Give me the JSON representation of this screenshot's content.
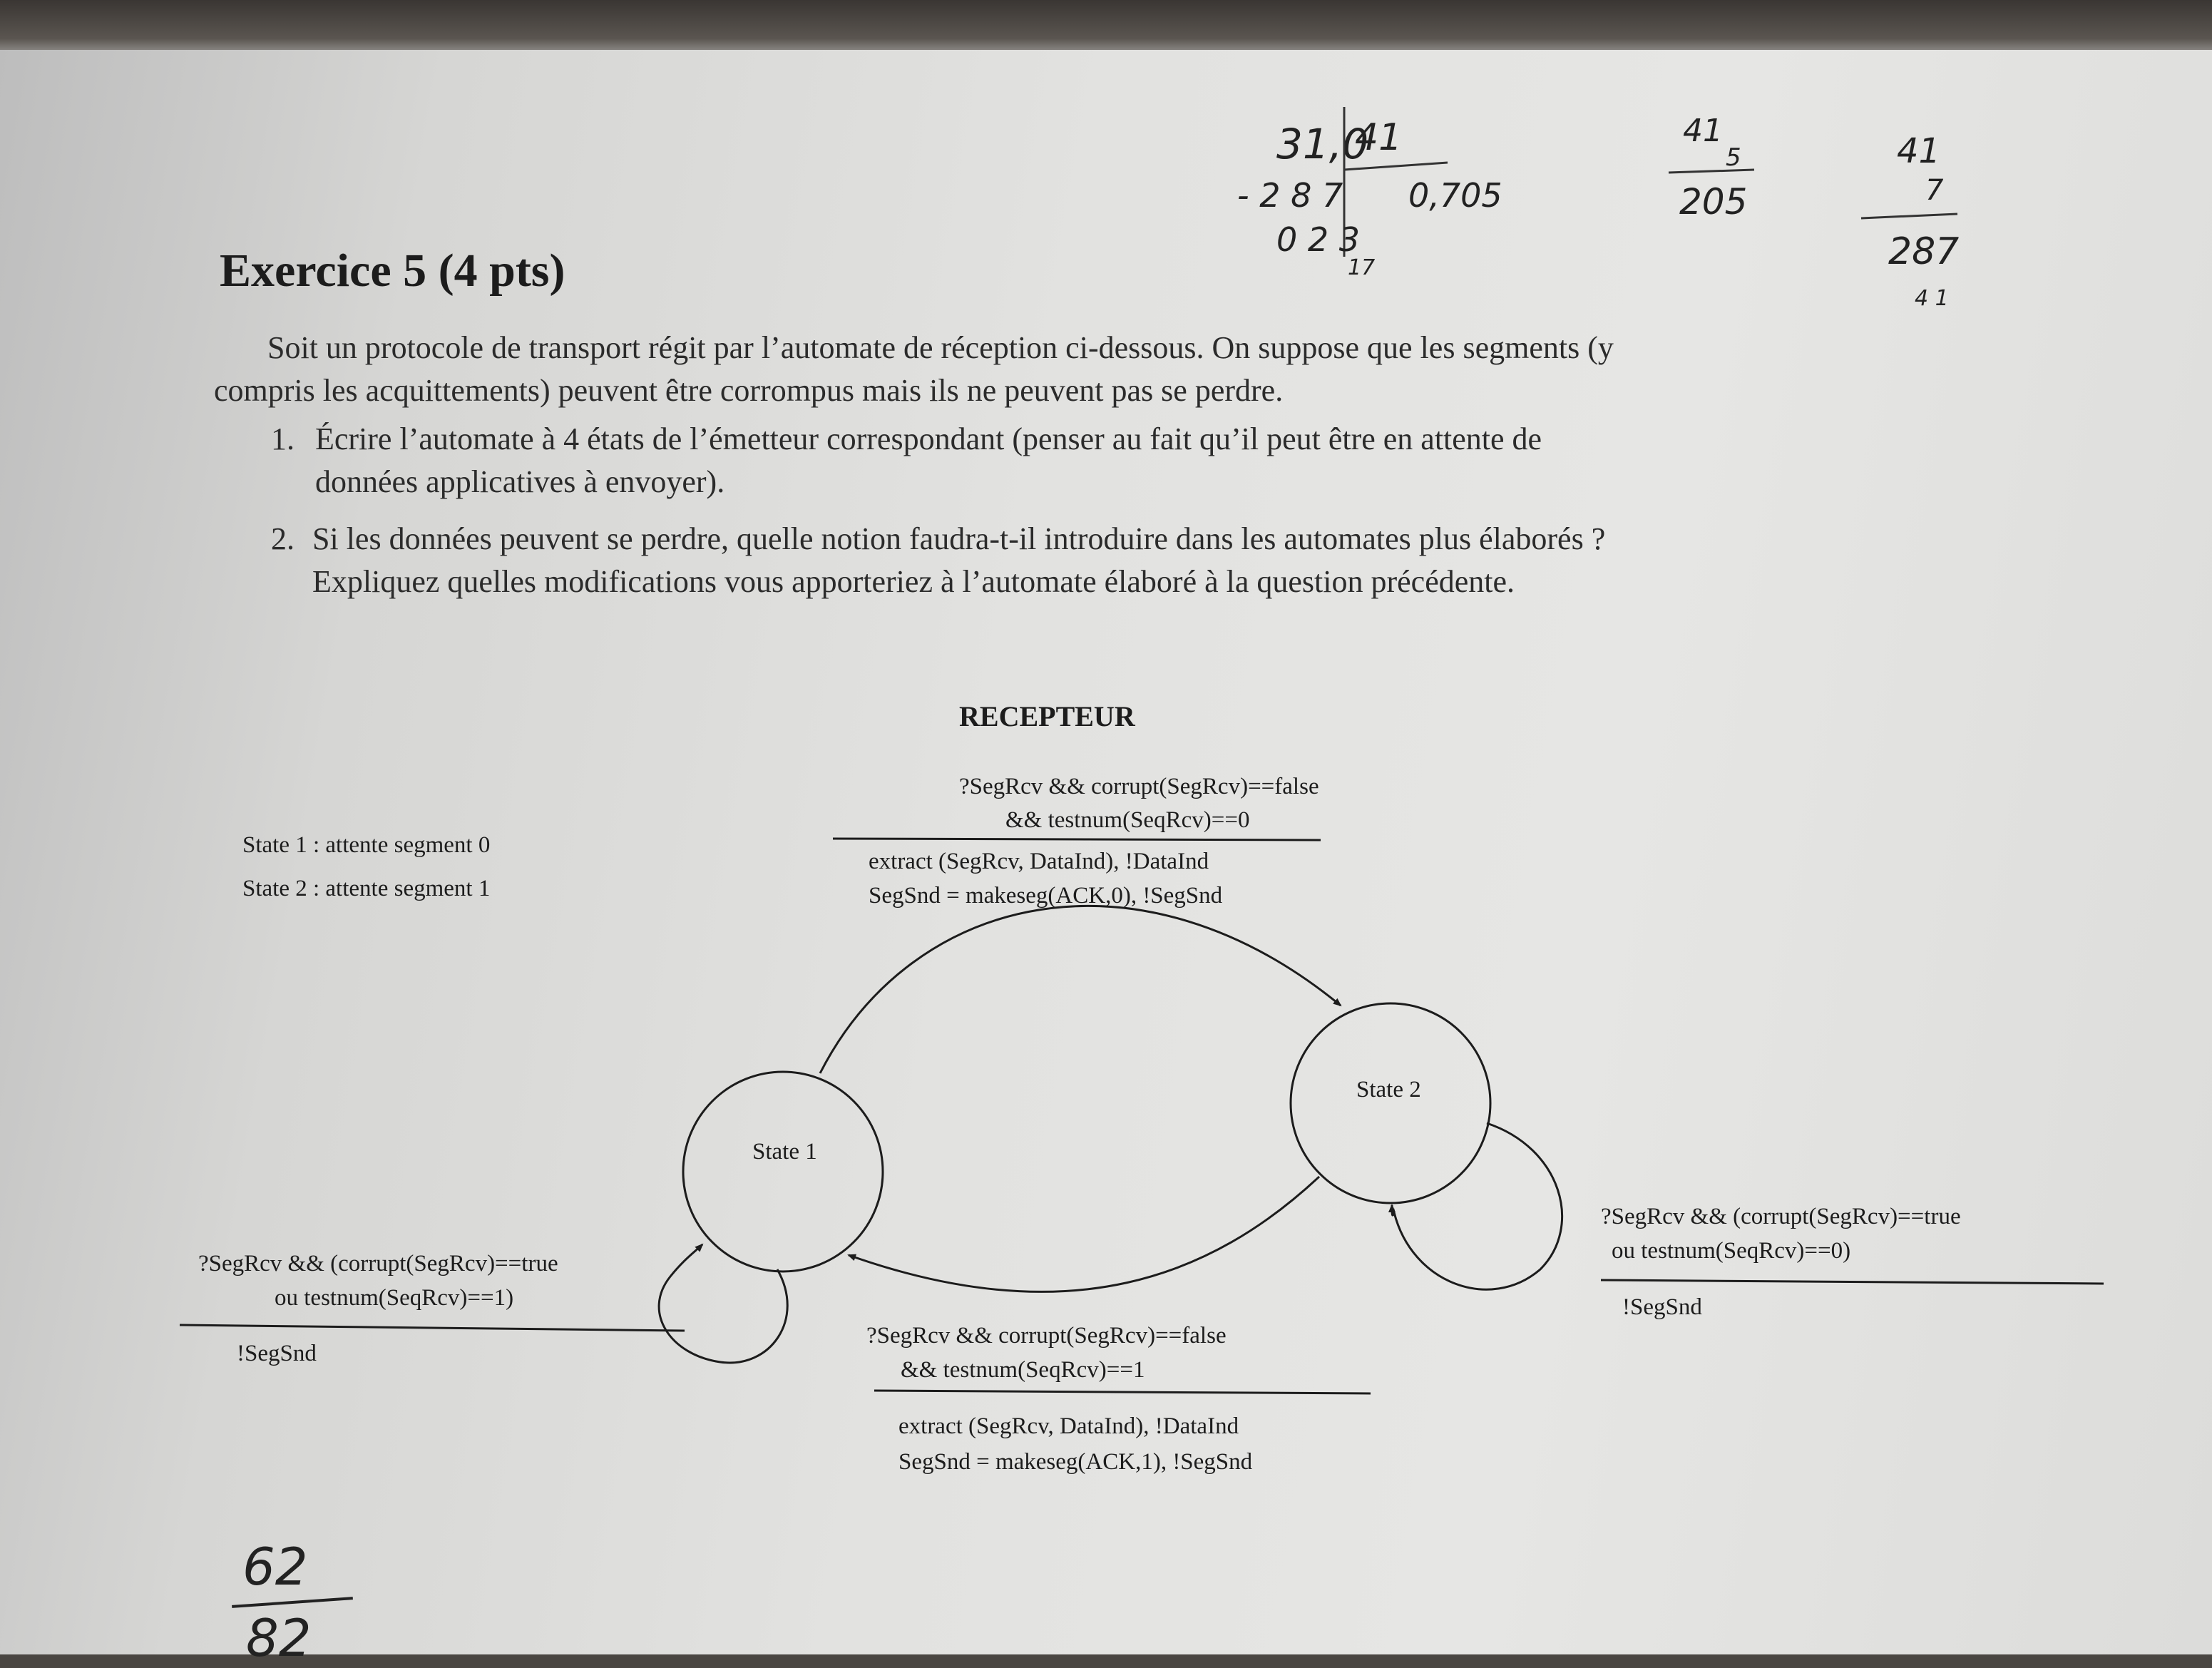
{
  "exercise": {
    "title": "Exercice 5 (4 pts)",
    "intro": [
      "Soit un protocole de transport régit par l’automate de réception ci-dessous. On suppose que les segments (y",
      "compris les acquittements) peuvent être corrompus mais ils ne peuvent pas se perdre."
    ],
    "questions": [
      {
        "number": "1.",
        "lines": [
          "Écrire l’automate à 4 états de l’émetteur correspondant (penser au fait qu’il peut être en attente de",
          "données applicatives à envoyer)."
        ]
      },
      {
        "number": "2.",
        "lines": [
          "Si les données peuvent se perdre, quelle notion faudra-t-il introduire dans les automates plus élaborés ?",
          "Expliquez quelles modifications vous apporteriez à l’automate élaboré à la question précédente."
        ]
      }
    ]
  },
  "diagram": {
    "title": "RECEPTEUR",
    "legend": [
      "State 1 : attente segment 0",
      "State 2 : attente segment 1"
    ],
    "states": {
      "state1": "State 1",
      "state2": "State 2"
    },
    "transitions": {
      "s1_to_s2": {
        "condition": [
          "?SegRcv && corrupt(SegRcv)==false",
          "&& testnum(SeqRcv)==0"
        ],
        "action": [
          "extract (SegRcv, DataInd),     !DataInd",
          "SegSnd = makeseg(ACK,0), !SegSnd"
        ]
      },
      "s2_to_s1": {
        "condition": [
          "?SegRcv && corrupt(SegRcv)==false",
          "&& testnum(SeqRcv)==1"
        ],
        "action": [
          "extract (SegRcv, DataInd),     !DataInd",
          "SegSnd = makeseg(ACK,1), !SegSnd"
        ]
      },
      "s1_loop": {
        "condition": [
          "?SegRcv && (corrupt(SegRcv)==true",
          "ou testnum(SeqRcv)==1)"
        ],
        "action": [
          "!SegSnd"
        ]
      },
      "s2_loop": {
        "condition": [
          "?SegRcv && (corrupt(SegRcv)==true",
          "ou testnum(SeqRcv)==0)"
        ],
        "action": [
          "!SegSnd"
        ]
      }
    }
  },
  "handwriting": {
    "division": [
      "31,0",
      "41",
      "- 2 8 7",
      "0 2 3",
      "0,705",
      "17"
    ],
    "mult1": [
      "41",
      "5",
      "205"
    ],
    "mult2": [
      "41",
      "7",
      "287",
      "4 1"
    ],
    "score": {
      "numerator": "62",
      "denominator": "82"
    }
  }
}
